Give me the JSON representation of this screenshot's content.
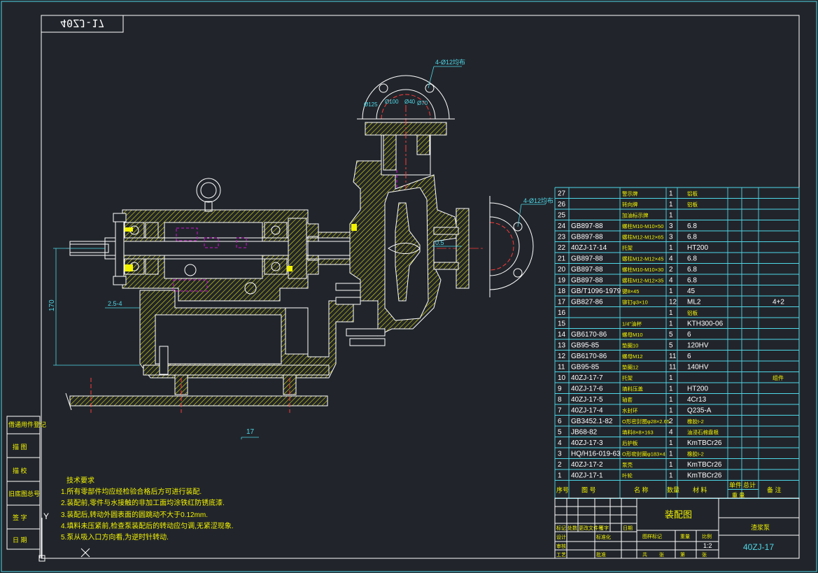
{
  "drawing": {
    "number_mirror": "40ZJ-17",
    "title_cn": "装配图",
    "name_cn": "渣浆泵",
    "scale": "1:2",
    "drawing_no": "40ZJ-17",
    "colors": {
      "background": "#21252b",
      "frame": "#4fd8e8",
      "outline": "#ffffff",
      "hatch": "#d8d800",
      "center": "#ff3b3b",
      "hidden": "#d010d0"
    }
  },
  "dimensions": {
    "flange_top_holes": "4-Ø12均布",
    "flange_right_holes": "4-Ø12均布",
    "d125": "Ø125",
    "d100": "Ø100",
    "d40": "Ø40",
    "d70": "Ø70",
    "gap": "0.5",
    "chamfer": "2.5-4",
    "height": "170",
    "balloon": "17"
  },
  "notes": {
    "title": "技术要求",
    "items": [
      "1.所有零部件均应经检验合格后方可进行装配.",
      "2.装配前,零件与水接触的非加工面均涂铁红防锈底漆.",
      "3.装配后,转动外圆表面的圆跳动不大于0.12mm.",
      "4.填料未压紧前,检查泵装配后的转动应匀调,无紧涩现象.",
      "5.泵从吸入口方向看,为逆时针转动."
    ]
  },
  "side_labels": [
    "借通用件登记",
    "描 图",
    "描 校",
    "旧底图总号",
    "签 字",
    "日 期"
  ],
  "bom_header": [
    "序号",
    "图 号",
    "名 称",
    "数量",
    "材 料",
    "单件",
    "总计",
    "备 注"
  ],
  "bom_header_sub": [
    "重 量"
  ],
  "bom": [
    {
      "no": "27",
      "code": "",
      "name": "警示牌",
      "qty": "1",
      "mat": "铝板",
      "note": ""
    },
    {
      "no": "26",
      "code": "",
      "name": "转向牌",
      "qty": "1",
      "mat": "铝板",
      "note": ""
    },
    {
      "no": "25",
      "code": "",
      "name": "加油标示牌",
      "qty": "1",
      "mat": "",
      "note": ""
    },
    {
      "no": "24",
      "code": "GB897-88",
      "name": "螺柱M10-M10×50",
      "qty": "3",
      "mat": "6.8",
      "note": ""
    },
    {
      "no": "23",
      "code": "GB897-88",
      "name": "螺柱M12-M12×65",
      "qty": "3",
      "mat": "6.8",
      "note": ""
    },
    {
      "no": "22",
      "code": "40ZJ-17-14",
      "name": "托架",
      "qty": "1",
      "mat": "HT200",
      "note": ""
    },
    {
      "no": "21",
      "code": "GB897-88",
      "name": "螺柱M12-M12×45",
      "qty": "4",
      "mat": "6.8",
      "note": ""
    },
    {
      "no": "20",
      "code": "GB897-88",
      "name": "螺柱M10-M10×30",
      "qty": "2",
      "mat": "6.8",
      "note": ""
    },
    {
      "no": "19",
      "code": "GB897-88",
      "name": "螺柱M12-M12×35",
      "qty": "4",
      "mat": "6.8",
      "note": ""
    },
    {
      "no": "18",
      "code": "GB/T1096-1979",
      "name": "键8×45",
      "qty": "1",
      "mat": "45",
      "note": ""
    },
    {
      "no": "17",
      "code": "GB827-86",
      "name": "铆钉φ3×10",
      "qty": "12",
      "mat": "ML2",
      "note": "4+2"
    },
    {
      "no": "16",
      "code": "",
      "name": "",
      "qty": "1",
      "mat": "铝板",
      "note": ""
    },
    {
      "no": "15",
      "code": "",
      "name": "1/4\"油杯",
      "qty": "1",
      "mat": "KTH300-06",
      "note": ""
    },
    {
      "no": "14",
      "code": "GB6170-86",
      "name": "螺母M10",
      "qty": "5",
      "mat": "6",
      "note": ""
    },
    {
      "no": "13",
      "code": "GB95-85",
      "name": "垫圈10",
      "qty": "5",
      "mat": "120HV",
      "note": ""
    },
    {
      "no": "12",
      "code": "GB6170-86",
      "name": "螺母M12",
      "qty": "11",
      "mat": "6",
      "note": ""
    },
    {
      "no": "11",
      "code": "GB95-85",
      "name": "垫圈12",
      "qty": "11",
      "mat": "140HV",
      "note": ""
    },
    {
      "no": "10",
      "code": "40ZJ-17-7",
      "name": "托架",
      "qty": "1",
      "mat": "",
      "note": "组件"
    },
    {
      "no": "9",
      "code": "40ZJ-17-6",
      "name": "填料压盖",
      "qty": "1",
      "mat": "HT200",
      "note": ""
    },
    {
      "no": "8",
      "code": "40ZJ-17-5",
      "name": "轴套",
      "qty": "1",
      "mat": "4Cr13",
      "note": ""
    },
    {
      "no": "7",
      "code": "40ZJ-17-4",
      "name": "水封环",
      "qty": "1",
      "mat": "Q235-A",
      "note": ""
    },
    {
      "no": "6",
      "code": "GB3452.1-82",
      "name": "O形密封圈φ28×2.65",
      "qty": "2",
      "mat": "橡胶I-2",
      "note": ""
    },
    {
      "no": "5",
      "code": "JB68-82",
      "name": "填料8×8×163",
      "qty": "4",
      "mat": "油浸石棉盘根",
      "note": ""
    },
    {
      "no": "4",
      "code": "40ZJ-17-3",
      "name": "后护板",
      "qty": "1",
      "mat": "KmTBCr26",
      "note": ""
    },
    {
      "no": "3",
      "code": "HQ/H16-019-63",
      "name": "O形密封圈φ183×4",
      "qty": "1",
      "mat": "橡胶I-2",
      "note": ""
    },
    {
      "no": "2",
      "code": "40ZJ-17-2",
      "name": "泵壳",
      "qty": "1",
      "mat": "KmTBCr26",
      "note": ""
    },
    {
      "no": "1",
      "code": "40ZJ-17-1",
      "name": "叶轮",
      "qty": "1",
      "mat": "KmTBCr26",
      "note": ""
    }
  ],
  "title_block": {
    "labels": [
      "标记",
      "处数",
      "更改文件号",
      "签字",
      "日期",
      "设计",
      "标准化",
      "审核",
      "工艺",
      "批准",
      "图样标记",
      "重量",
      "比例",
      "共",
      "张",
      "第",
      "张"
    ]
  }
}
